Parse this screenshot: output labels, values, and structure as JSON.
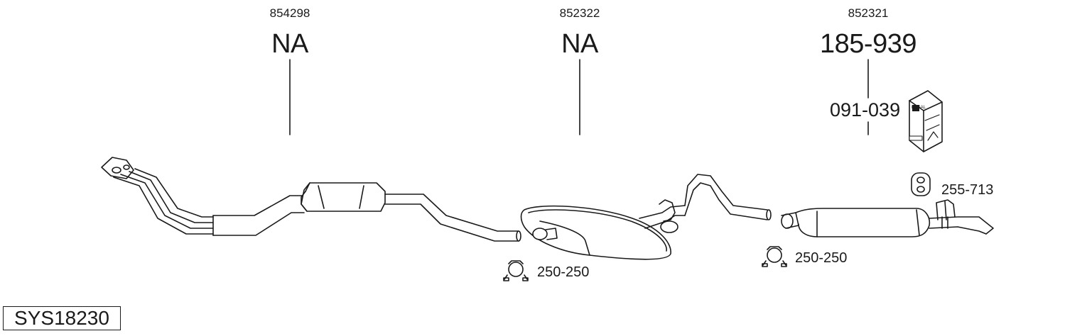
{
  "sections": [
    {
      "oe_number": "854298",
      "part_number": "NA"
    },
    {
      "oe_number": "852322",
      "part_number": "NA"
    },
    {
      "oe_number": "852321",
      "part_number": "185-939",
      "mounting_kit": "091-039"
    }
  ],
  "accessories": {
    "clamp_front": "250-250",
    "clamp_rear": "250-250",
    "rubber_mount": "255-713"
  },
  "kit_box_text": "BOSAL",
  "system_code": "SYS18230",
  "icons": [
    "pipe-clamp-icon",
    "rubber-mount-icon",
    "mounting-kit-box-icon"
  ]
}
